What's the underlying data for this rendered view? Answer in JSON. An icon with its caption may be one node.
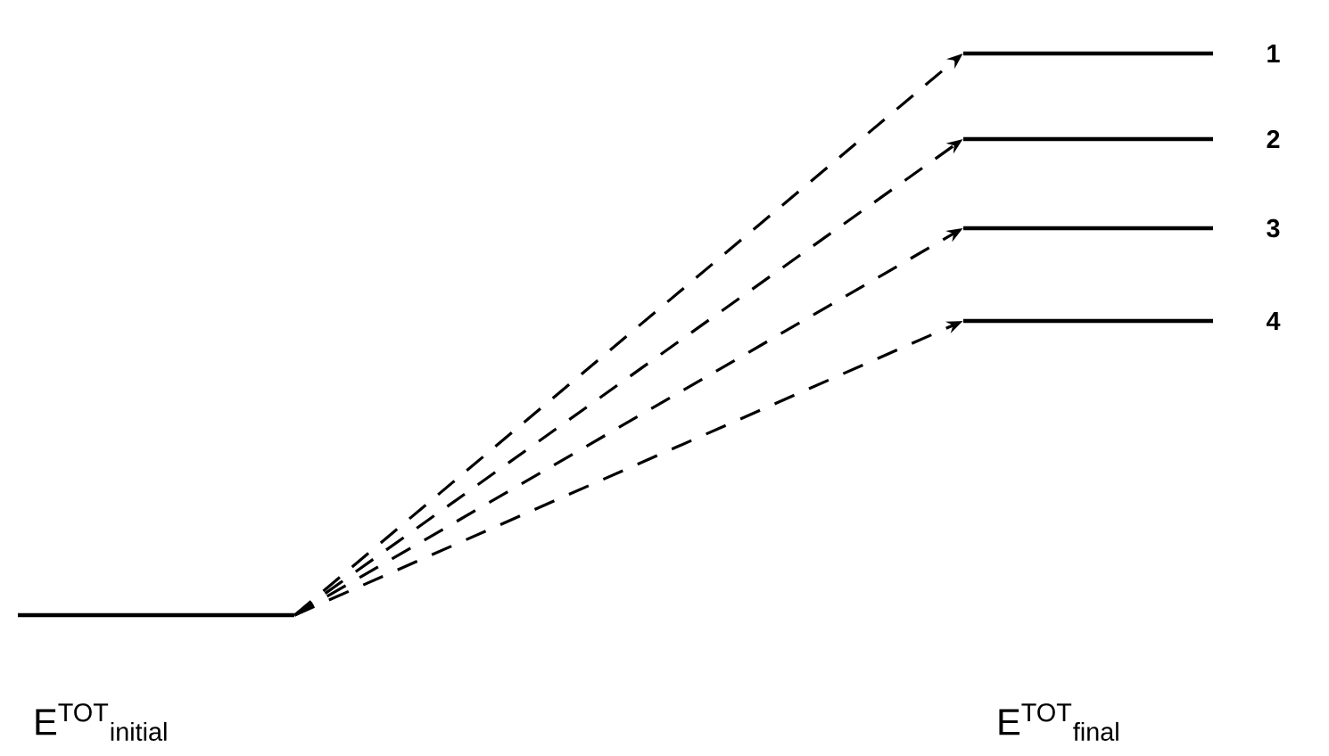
{
  "diagram": {
    "nodes": [
      {
        "text": [],
        "shape": "bar"
      },
      {
        "text": [],
        "shape": "bar",
        "beside": [
          "1"
        ]
      },
      {
        "text": [],
        "shape": "bar",
        "beside": [
          "2"
        ]
      },
      {
        "text": [],
        "shape": "bar",
        "beside": [
          "3"
        ]
      },
      {
        "text": [],
        "shape": "bar",
        "beside": [
          "4"
        ]
      }
    ],
    "edges": [
      {
        "from": 0,
        "to": 1,
        "arrow": "to",
        "style": "dashed"
      },
      {
        "from": 0,
        "to": 2,
        "arrow": "to",
        "style": "dashed"
      },
      {
        "from": 0,
        "to": 3,
        "arrow": "to",
        "style": "dashed"
      },
      {
        "from": 0,
        "to": 4,
        "arrow": "to",
        "style": "dashed"
      }
    ],
    "labels": [
      "E$^{TOT}$$_{initial}$",
      "E$^{TOT}$$_{final}$"
    ]
  }
}
